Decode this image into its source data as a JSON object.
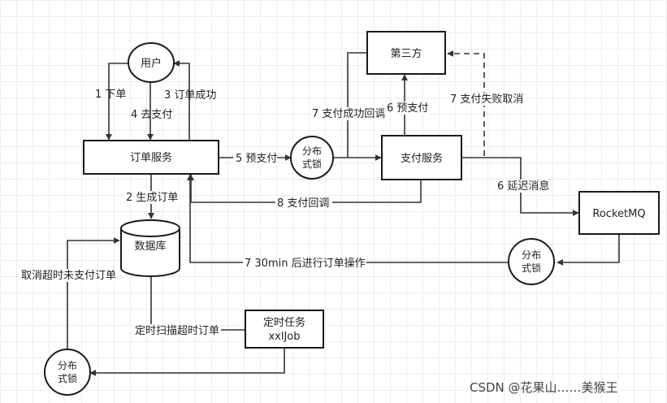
{
  "nodes": {
    "user": "用户",
    "order_service": "订单服务",
    "third_party": "第三方",
    "payment_service": "支付服务",
    "database": "数据库",
    "rocketmq": "RocketMQ",
    "scheduler_line1": "定时任务",
    "scheduler_line2": "xxlJob",
    "lock_top_line1": "分布",
    "lock_top_line2": "式锁",
    "lock_right_line1": "分布",
    "lock_right_line2": "式锁",
    "lock_bottom_line1": "分布",
    "lock_bottom_line2": "式锁"
  },
  "edges": {
    "e1_place_order": "1 下单",
    "e3_order_success": "3 订单成功",
    "e4_go_pay": "4 去支付",
    "e2_create_order": "2 生成订单",
    "e5_prepay": "5 预支付",
    "e6_prepay": "6 预支付",
    "e7_pay_success_callback": "7 支付成功回调",
    "e7_pay_fail_cancel": "7 支付失败取消",
    "e6_delay_msg": "6 延迟消息",
    "e8_pay_callback": "8 支付回调",
    "e7_after_30min": "7 30min 后进行订单操作",
    "cancel_timeout_orders": "取消超时未支付订单",
    "scan_timeout_orders": "定时扫描超时订单"
  },
  "watermark": "CSDN @花果山……美猴王"
}
